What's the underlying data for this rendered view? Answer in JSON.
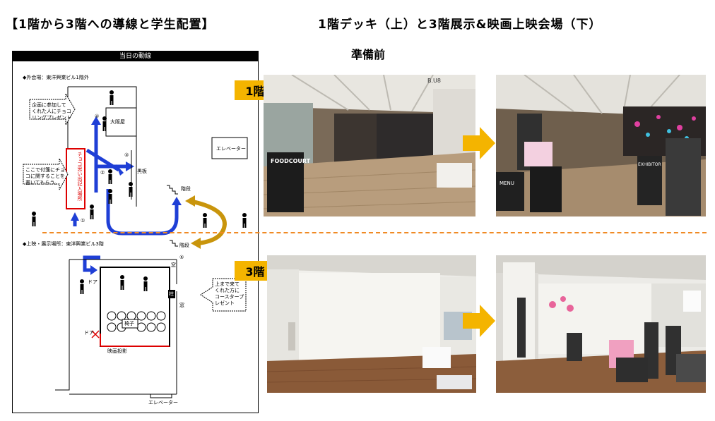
{
  "titles": {
    "left": "【1階から3階への導線と学生配置】",
    "right": "1階デッキ（上）と3階展示&映画上映会場（下）",
    "before": "準備前"
  },
  "floors": {
    "first": "1階",
    "third": "3階"
  },
  "map": {
    "header": "当日の動線",
    "venue_outside": "◆外会場：東洋興業ビル1階外",
    "venue_screening": "◆上映・展示場所：東洋興業ビル3階",
    "callout_chocolate": [
      "企画に参加して",
      "くれた人にチョコ",
      "リングプレゼント"
    ],
    "callout_write": [
      "ここで付箋にチョ",
      "コに関することを",
      "書いてもらう。"
    ],
    "callout_coaster": [
      "上まで来て",
      "くれた方に",
      "コースタープ",
      "レゼント"
    ],
    "shop": "大阪屋",
    "elevator": "エレベーター",
    "blackboard": "黒板",
    "stairs": "階段",
    "stairs2": "階段",
    "chocolate_booth": "チョコ思い出記入場所",
    "door1": "ドア",
    "door2": "ドア",
    "pillar": "柱",
    "window1": "窓",
    "window2": "窓",
    "chairs": "椅子",
    "projection": "映画投影",
    "elevator_bottom": "エレベーター",
    "num1": "①",
    "num2": "②",
    "num3": "③",
    "num4": "④",
    "num5": "⑤"
  },
  "photos": {
    "fc_sign": "FOODCOURT",
    "bus": "B.U8",
    "menu": "MENU",
    "exhibitor": "EXHIBITOR"
  },
  "colors": {
    "accent": "#f4b400",
    "arrow_blue": "#1f3fd6",
    "arrow_gold": "#c9950c",
    "dash": "#f08a24"
  }
}
